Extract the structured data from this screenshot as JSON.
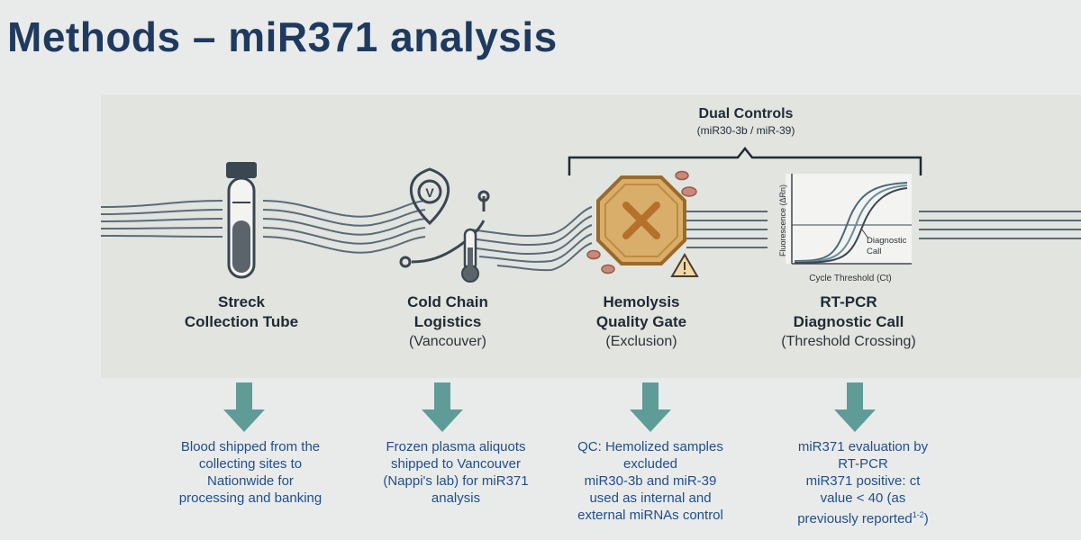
{
  "title": "Methods – miR371 analysis",
  "controls": {
    "title": "Dual Controls",
    "subtitle": "(miR30-3b / miR-39)"
  },
  "steps": [
    {
      "name": "Streck",
      "name2": "Collection Tube",
      "sub": ""
    },
    {
      "name": "Cold Chain",
      "name2": "Logistics",
      "sub": "(Vancouver)"
    },
    {
      "name": "Hemolysis",
      "name2": "Quality Gate",
      "sub": "(Exclusion)"
    },
    {
      "name": "RT-PCR",
      "name2": "Diagnostic Call",
      "sub": "(Threshold Crossing)"
    }
  ],
  "pin_letter": "V",
  "pcr_plot": {
    "ylabel": "Fluorescence (ΔRn)",
    "xlabel": "Cycle Threshold (Ct)",
    "annotation_line1": "Diagnostic",
    "annotation_line2": "Call"
  },
  "descriptions": [
    [
      "Blood shipped from the",
      "collecting sites to",
      "Nationwide for",
      "processing and banking"
    ],
    [
      "Frozen plasma aliquots",
      "shipped to Vancouver",
      "(Nappi's lab) for miR371",
      "analysis"
    ],
    [
      "QC: Hemolized samples",
      "excluded",
      "miR30-3b and miR-39",
      "used as internal and",
      "external miRNAs control"
    ],
    [
      "miR371 evaluation by",
      "RT-PCR",
      "miR371 positive: ct",
      "value < 40 (as"
    ]
  ],
  "desc4_last": {
    "text": "previously reported",
    "sup": "1-2",
    "close": ")"
  },
  "colors": {
    "title": "#1f3a5f",
    "arrow": "#5f9c98",
    "description": "#1f4e8c",
    "octagon": "#c9933f",
    "cross": "#b5702b",
    "line": "#3c4a55"
  }
}
